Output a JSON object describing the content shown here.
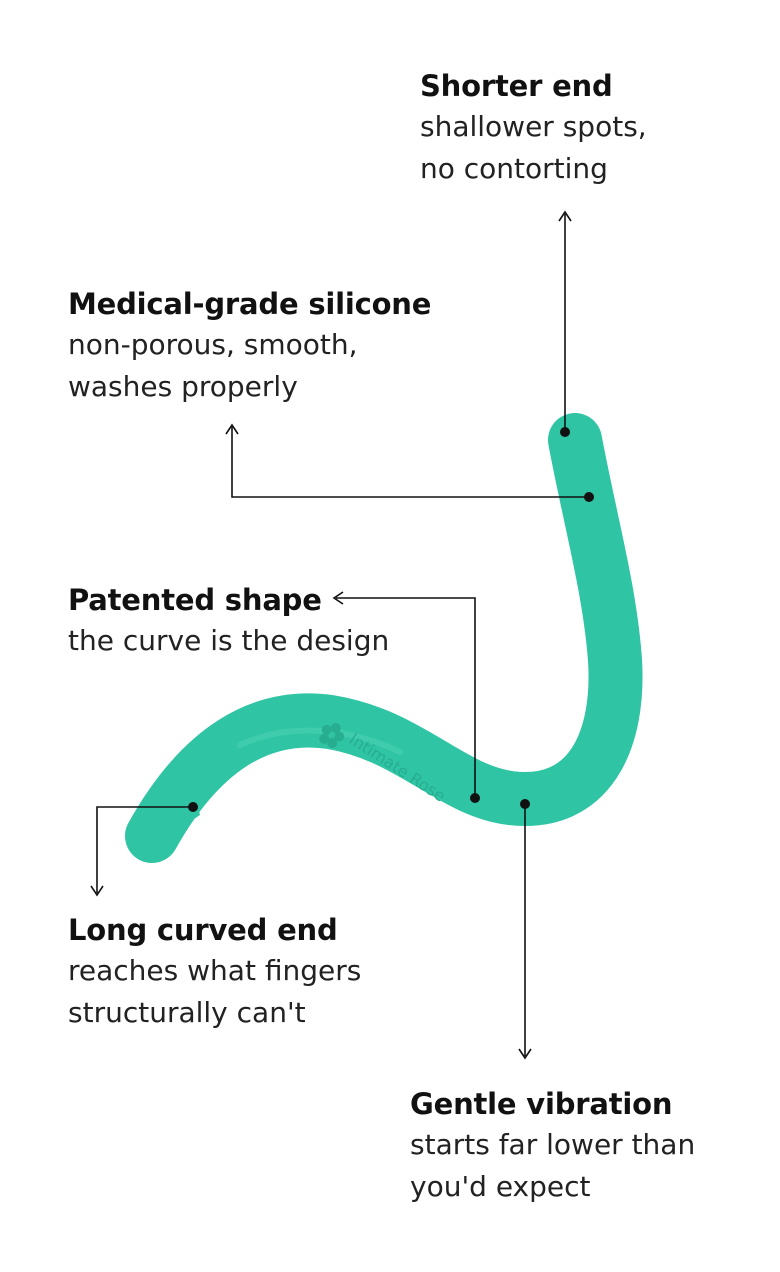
{
  "product": {
    "color": "#2fc4a4",
    "color_shade": "#27ae91",
    "logo_text": "Intimate Rose"
  },
  "callouts": {
    "shorter_end": {
      "title": "Shorter end",
      "desc": "shallower spots,\nno contorting"
    },
    "silicone": {
      "title": "Medical-grade silicone",
      "desc": "non-porous, smooth,\nwashes properly"
    },
    "shape": {
      "title": "Patented shape",
      "desc": "the curve is the design"
    },
    "long_end": {
      "title": "Long curved end",
      "desc": "reaches what fingers\nstructurally can't"
    },
    "vibration": {
      "title": "Gentle vibration",
      "desc": "starts far lower than\nyou'd expect"
    }
  }
}
